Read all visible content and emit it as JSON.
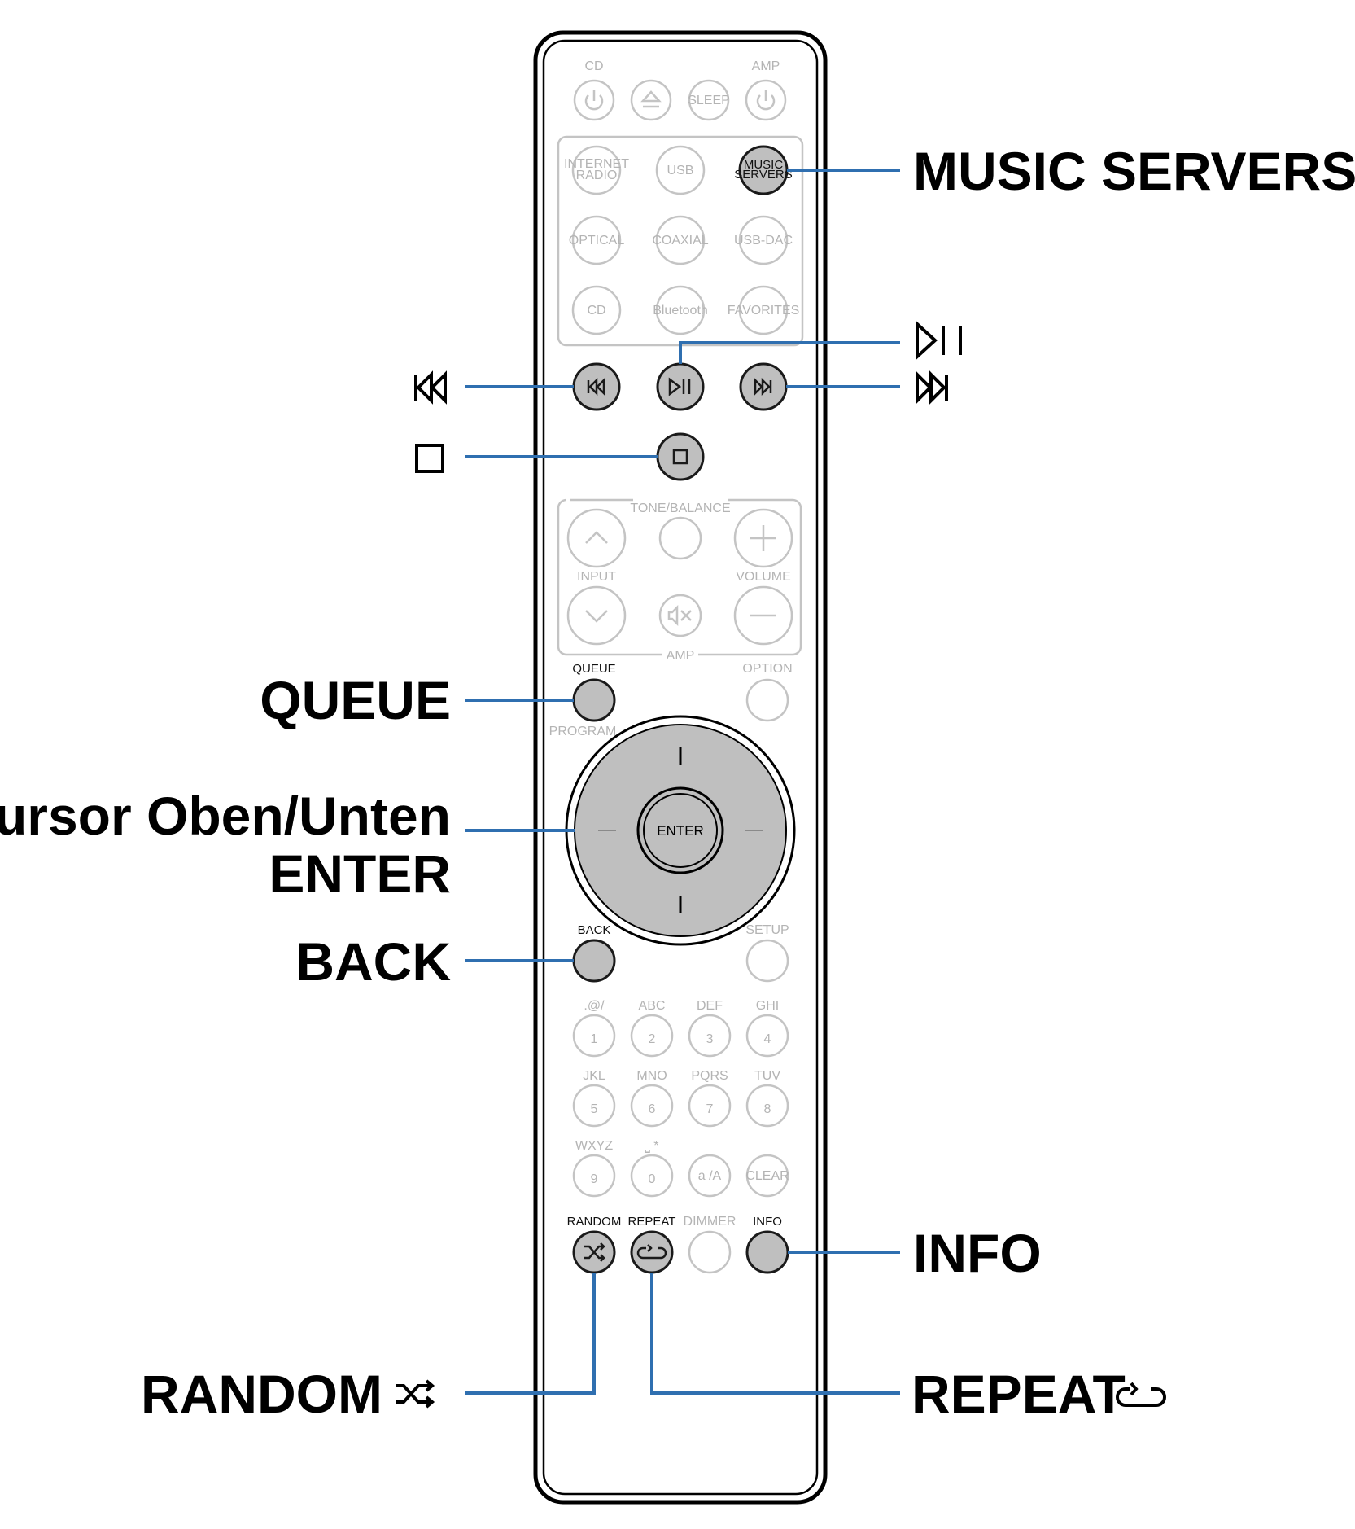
{
  "remote": {
    "top": {
      "cd": "CD",
      "amp": "AMP",
      "sleep": "SLEEP"
    },
    "sources": {
      "internet_radio_1": "INTERNET",
      "internet_radio_2": "RADIO",
      "usb": "USB",
      "music_servers_1": "MUSIC",
      "music_servers_2": "SERVERS",
      "optical": "OPTICAL",
      "coaxial": "COAXIAL",
      "usb_dac": "USB-DAC",
      "cd": "CD",
      "bluetooth": "Bluetooth",
      "favorites": "FAVORITES"
    },
    "amp_panel": {
      "tone_balance": "TONE/BALANCE",
      "input": "INPUT",
      "volume": "VOLUME",
      "amp": "AMP"
    },
    "queue": "QUEUE",
    "option": "OPTION",
    "program": "PROGRAM",
    "enter": "ENTER",
    "back": "BACK",
    "setup": "SETUP",
    "keypad": {
      "k1": "1",
      "k1s": ".@/",
      "k2": "2",
      "k2s": "ABC",
      "k3": "3",
      "k3s": "DEF",
      "k4": "4",
      "k4s": "GHI",
      "k5": "5",
      "k5s": "JKL",
      "k6": "6",
      "k6s": "MNO",
      "k7": "7",
      "k7s": "PQRS",
      "k8": "8",
      "k8s": "TUV",
      "k9": "9",
      "k9s": "WXYZ",
      "k0": "0",
      "k0s": "⎵ *",
      "aa": "a /A",
      "clear": "CLEAR"
    },
    "bottom": {
      "random": "RANDOM",
      "repeat": "REPEAT",
      "dimmer": "DIMMER",
      "info": "INFO"
    }
  },
  "callouts": {
    "music_servers": "MUSIC SERVERS",
    "queue": "QUEUE",
    "cursor": "Cursor Oben/Unten",
    "enter": "ENTER",
    "back": "BACK",
    "info": "INFO",
    "random": "RANDOM",
    "repeat": "REPEAT"
  },
  "colors": {
    "callout_line": "#2f6fb0",
    "highlight_button": "#bfbfbf"
  }
}
